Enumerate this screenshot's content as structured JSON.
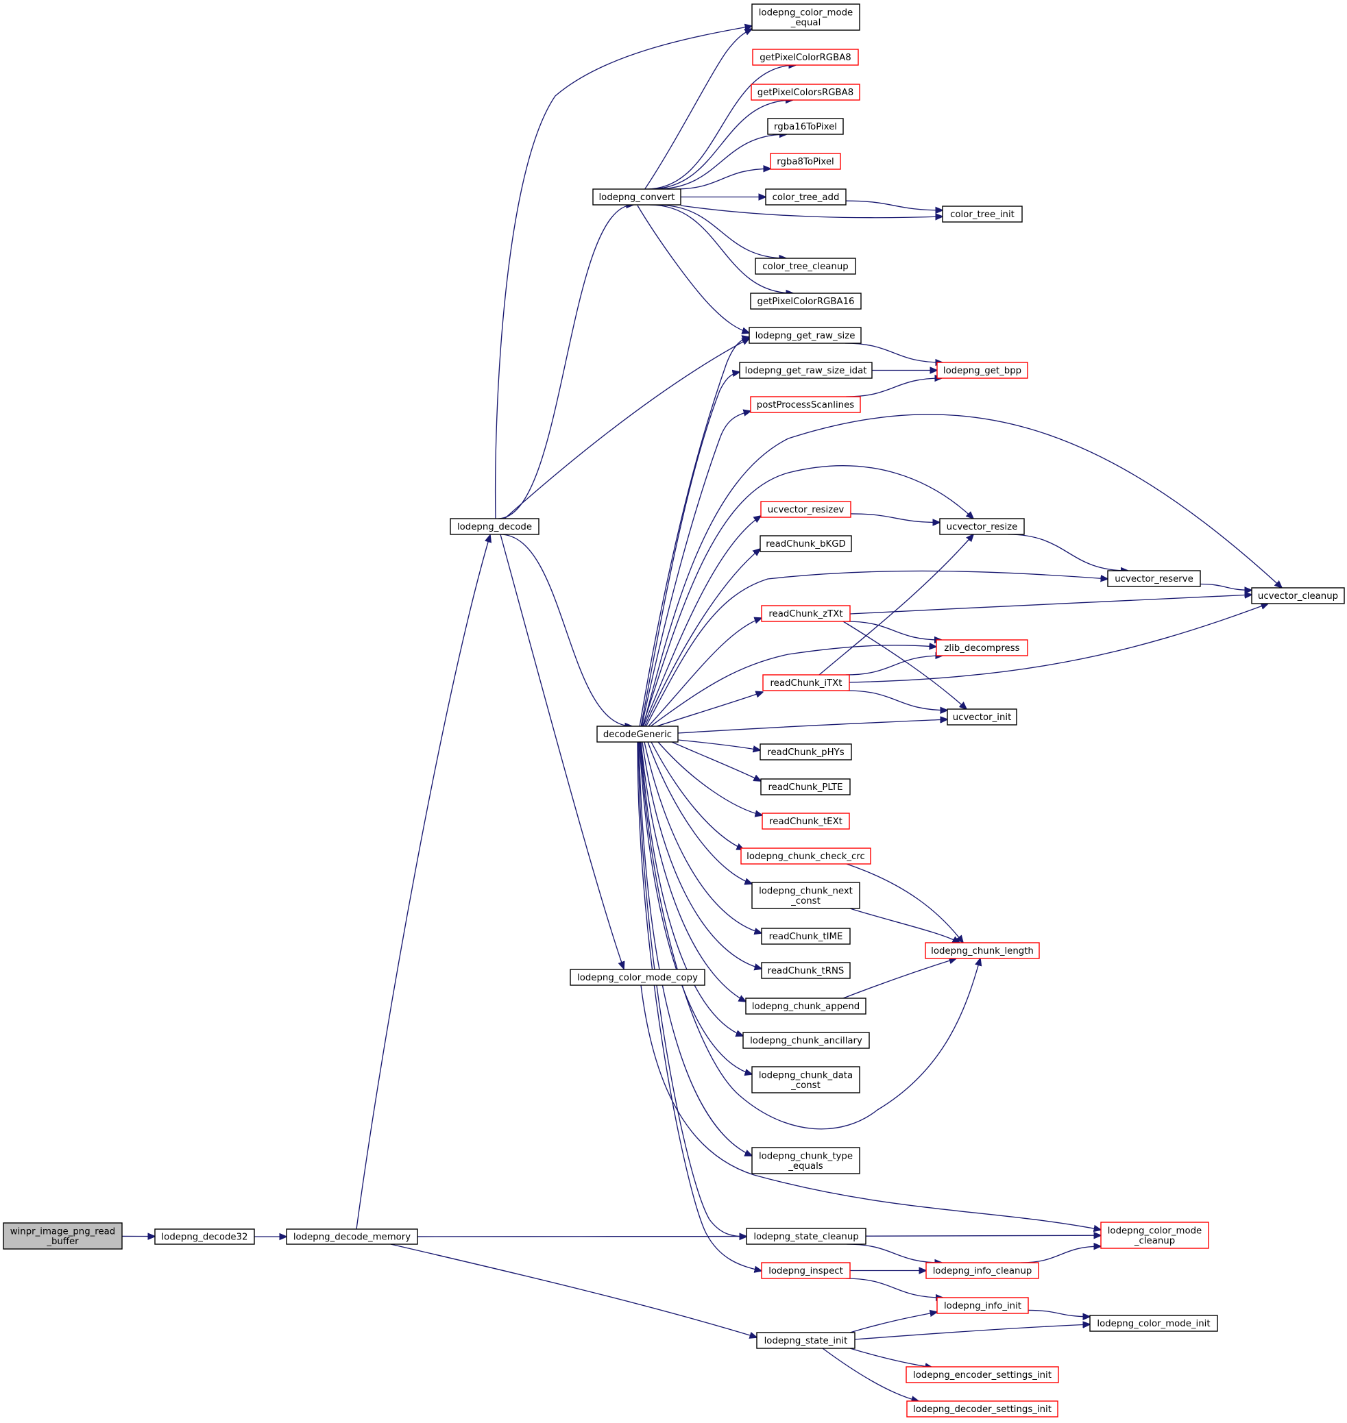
{
  "diagram": {
    "kind": "call-graph",
    "colors": {
      "edge": "#191970",
      "node_border": "#000000",
      "node_border_link_missing": "#ff0000",
      "root_fill": "#bfbfbf"
    },
    "nodes": [
      {
        "id": "winpr",
        "lines": [
          "winpr_image_png_read",
          "_buffer"
        ],
        "style": "root"
      },
      {
        "id": "decode32",
        "lines": [
          "lodepng_decode32"
        ],
        "style": "normal"
      },
      {
        "id": "decode_memory",
        "lines": [
          "lodepng_decode_memory"
        ],
        "style": "normal"
      },
      {
        "id": "decode",
        "lines": [
          "lodepng_decode"
        ],
        "style": "normal"
      },
      {
        "id": "convert",
        "lines": [
          "lodepng_convert"
        ],
        "style": "normal"
      },
      {
        "id": "decodeGeneric",
        "lines": [
          "decodeGeneric"
        ],
        "style": "normal"
      },
      {
        "id": "color_mode_copy",
        "lines": [
          "lodepng_color_mode_copy"
        ],
        "style": "normal"
      },
      {
        "id": "state_cleanup",
        "lines": [
          "lodepng_state_cleanup"
        ],
        "style": "normal"
      },
      {
        "id": "inspect",
        "lines": [
          "lodepng_inspect"
        ],
        "style": "red"
      },
      {
        "id": "state_init",
        "lines": [
          "lodepng_state_init"
        ],
        "style": "normal"
      },
      {
        "id": "color_mode_equal",
        "lines": [
          "lodepng_color_mode",
          "_equal"
        ],
        "style": "normal"
      },
      {
        "id": "getPixelColorRGBA8",
        "lines": [
          "getPixelColorRGBA8"
        ],
        "style": "red"
      },
      {
        "id": "getPixelColorsRGBA8",
        "lines": [
          "getPixelColorsRGBA8"
        ],
        "style": "red"
      },
      {
        "id": "rgba16ToPixel",
        "lines": [
          "rgba16ToPixel"
        ],
        "style": "normal"
      },
      {
        "id": "rgba8ToPixel",
        "lines": [
          "rgba8ToPixel"
        ],
        "style": "red"
      },
      {
        "id": "color_tree_add",
        "lines": [
          "color_tree_add"
        ],
        "style": "normal"
      },
      {
        "id": "color_tree_cleanup",
        "lines": [
          "color_tree_cleanup"
        ],
        "style": "normal"
      },
      {
        "id": "getPixelColorRGBA16",
        "lines": [
          "getPixelColorRGBA16"
        ],
        "style": "normal"
      },
      {
        "id": "get_raw_size",
        "lines": [
          "lodepng_get_raw_size"
        ],
        "style": "normal"
      },
      {
        "id": "get_raw_size_idat",
        "lines": [
          "lodepng_get_raw_size_idat"
        ],
        "style": "normal"
      },
      {
        "id": "postProcessScanlines",
        "lines": [
          "postProcessScanlines"
        ],
        "style": "red"
      },
      {
        "id": "ucvector_resizev",
        "lines": [
          "ucvector_resizev"
        ],
        "style": "red"
      },
      {
        "id": "readChunk_bKGD",
        "lines": [
          "readChunk_bKGD"
        ],
        "style": "normal"
      },
      {
        "id": "readChunk_zTXt",
        "lines": [
          "readChunk_zTXt"
        ],
        "style": "red"
      },
      {
        "id": "readChunk_iTXt",
        "lines": [
          "readChunk_iTXt"
        ],
        "style": "red"
      },
      {
        "id": "readChunk_pHYs",
        "lines": [
          "readChunk_pHYs"
        ],
        "style": "normal"
      },
      {
        "id": "readChunk_PLTE",
        "lines": [
          "readChunk_PLTE"
        ],
        "style": "normal"
      },
      {
        "id": "readChunk_tEXt",
        "lines": [
          "readChunk_tEXt"
        ],
        "style": "red"
      },
      {
        "id": "chunk_check_crc",
        "lines": [
          "lodepng_chunk_check_crc"
        ],
        "style": "red"
      },
      {
        "id": "chunk_next_const",
        "lines": [
          "lodepng_chunk_next",
          "_const"
        ],
        "style": "normal"
      },
      {
        "id": "readChunk_tIME",
        "lines": [
          "readChunk_tIME"
        ],
        "style": "normal"
      },
      {
        "id": "readChunk_tRNS",
        "lines": [
          "readChunk_tRNS"
        ],
        "style": "normal"
      },
      {
        "id": "chunk_append",
        "lines": [
          "lodepng_chunk_append"
        ],
        "style": "normal"
      },
      {
        "id": "chunk_ancillary",
        "lines": [
          "lodepng_chunk_ancillary"
        ],
        "style": "normal"
      },
      {
        "id": "chunk_data_const",
        "lines": [
          "lodepng_chunk_data",
          "_const"
        ],
        "style": "normal"
      },
      {
        "id": "chunk_type_equals",
        "lines": [
          "lodepng_chunk_type",
          "_equals"
        ],
        "style": "normal"
      },
      {
        "id": "color_tree_init",
        "lines": [
          "color_tree_init"
        ],
        "style": "normal"
      },
      {
        "id": "get_bpp",
        "lines": [
          "lodepng_get_bpp"
        ],
        "style": "red"
      },
      {
        "id": "ucvector_resize",
        "lines": [
          "ucvector_resize"
        ],
        "style": "normal"
      },
      {
        "id": "zlib_decompress",
        "lines": [
          "zlib_decompress"
        ],
        "style": "red"
      },
      {
        "id": "ucvector_init",
        "lines": [
          "ucvector_init"
        ],
        "style": "normal"
      },
      {
        "id": "chunk_length",
        "lines": [
          "lodepng_chunk_length"
        ],
        "style": "red"
      },
      {
        "id": "info_cleanup",
        "lines": [
          "lodepng_info_cleanup"
        ],
        "style": "red"
      },
      {
        "id": "info_init",
        "lines": [
          "lodepng_info_init"
        ],
        "style": "red"
      },
      {
        "id": "encoder_settings_init",
        "lines": [
          "lodepng_encoder_settings_init"
        ],
        "style": "red"
      },
      {
        "id": "decoder_settings_init",
        "lines": [
          "lodepng_decoder_settings_init"
        ],
        "style": "red"
      },
      {
        "id": "ucvector_reserve",
        "lines": [
          "ucvector_reserve"
        ],
        "style": "normal"
      },
      {
        "id": "color_mode_cleanup",
        "lines": [
          "lodepng_color_mode",
          "_cleanup"
        ],
        "style": "red"
      },
      {
        "id": "color_mode_init",
        "lines": [
          "lodepng_color_mode_init"
        ],
        "style": "normal"
      },
      {
        "id": "ucvector_cleanup",
        "lines": [
          "ucvector_cleanup"
        ],
        "style": "normal"
      }
    ],
    "edges": [
      [
        "winpr",
        "decode32"
      ],
      [
        "decode32",
        "decode_memory"
      ],
      [
        "decode_memory",
        "decode"
      ],
      [
        "decode_memory",
        "state_cleanup"
      ],
      [
        "decode_memory",
        "state_init"
      ],
      [
        "decode",
        "color_mode_equal"
      ],
      [
        "decode",
        "convert"
      ],
      [
        "decode",
        "get_raw_size"
      ],
      [
        "decode",
        "decodeGeneric"
      ],
      [
        "decode",
        "color_mode_copy"
      ],
      [
        "convert",
        "color_mode_equal"
      ],
      [
        "convert",
        "getPixelColorRGBA8"
      ],
      [
        "convert",
        "getPixelColorsRGBA8"
      ],
      [
        "convert",
        "rgba16ToPixel"
      ],
      [
        "convert",
        "rgba8ToPixel"
      ],
      [
        "convert",
        "color_tree_add"
      ],
      [
        "convert",
        "color_tree_init"
      ],
      [
        "convert",
        "color_tree_cleanup"
      ],
      [
        "convert",
        "getPixelColorRGBA16"
      ],
      [
        "convert",
        "get_raw_size"
      ],
      [
        "color_tree_add",
        "color_tree_init"
      ],
      [
        "get_raw_size",
        "get_bpp"
      ],
      [
        "get_raw_size_idat",
        "get_bpp"
      ],
      [
        "postProcessScanlines",
        "get_bpp"
      ],
      [
        "decodeGeneric",
        "get_raw_size"
      ],
      [
        "decodeGeneric",
        "get_raw_size_idat"
      ],
      [
        "decodeGeneric",
        "postProcessScanlines"
      ],
      [
        "decodeGeneric",
        "ucvector_cleanup"
      ],
      [
        "decodeGeneric",
        "ucvector_resize"
      ],
      [
        "decodeGeneric",
        "ucvector_resizev"
      ],
      [
        "decodeGeneric",
        "readChunk_bKGD"
      ],
      [
        "decodeGeneric",
        "ucvector_reserve"
      ],
      [
        "decodeGeneric",
        "readChunk_zTXt"
      ],
      [
        "decodeGeneric",
        "zlib_decompress"
      ],
      [
        "decodeGeneric",
        "readChunk_iTXt"
      ],
      [
        "decodeGeneric",
        "ucvector_init"
      ],
      [
        "decodeGeneric",
        "readChunk_pHYs"
      ],
      [
        "decodeGeneric",
        "readChunk_PLTE"
      ],
      [
        "decodeGeneric",
        "readChunk_tEXt"
      ],
      [
        "decodeGeneric",
        "chunk_check_crc"
      ],
      [
        "decodeGeneric",
        "chunk_next_const"
      ],
      [
        "decodeGeneric",
        "readChunk_tIME"
      ],
      [
        "decodeGeneric",
        "readChunk_tRNS"
      ],
      [
        "decodeGeneric",
        "chunk_append"
      ],
      [
        "decodeGeneric",
        "chunk_ancillary"
      ],
      [
        "decodeGeneric",
        "chunk_data_const"
      ],
      [
        "decodeGeneric",
        "chunk_length"
      ],
      [
        "decodeGeneric",
        "chunk_type_equals"
      ],
      [
        "decodeGeneric",
        "state_cleanup"
      ],
      [
        "decodeGeneric",
        "inspect"
      ],
      [
        "ucvector_resizev",
        "ucvector_resize"
      ],
      [
        "ucvector_resize",
        "ucvector_reserve"
      ],
      [
        "ucvector_reserve",
        "ucvector_cleanup"
      ],
      [
        "readChunk_zTXt",
        "ucvector_cleanup"
      ],
      [
        "readChunk_zTXt",
        "zlib_decompress"
      ],
      [
        "readChunk_zTXt",
        "ucvector_init"
      ],
      [
        "readChunk_iTXt",
        "ucvector_resize"
      ],
      [
        "readChunk_iTXt",
        "zlib_decompress"
      ],
      [
        "readChunk_iTXt",
        "ucvector_cleanup"
      ],
      [
        "readChunk_iTXt",
        "ucvector_init"
      ],
      [
        "chunk_check_crc",
        "chunk_length"
      ],
      [
        "chunk_next_const",
        "chunk_length"
      ],
      [
        "chunk_append",
        "chunk_length"
      ],
      [
        "color_mode_copy",
        "color_mode_cleanup"
      ],
      [
        "state_cleanup",
        "color_mode_cleanup"
      ],
      [
        "state_cleanup",
        "info_cleanup"
      ],
      [
        "inspect",
        "info_cleanup"
      ],
      [
        "inspect",
        "info_init"
      ],
      [
        "info_cleanup",
        "color_mode_cleanup"
      ],
      [
        "state_init",
        "info_init"
      ],
      [
        "state_init",
        "color_mode_init"
      ],
      [
        "state_init",
        "encoder_settings_init"
      ],
      [
        "state_init",
        "decoder_settings_init"
      ],
      [
        "info_init",
        "color_mode_init"
      ]
    ]
  }
}
